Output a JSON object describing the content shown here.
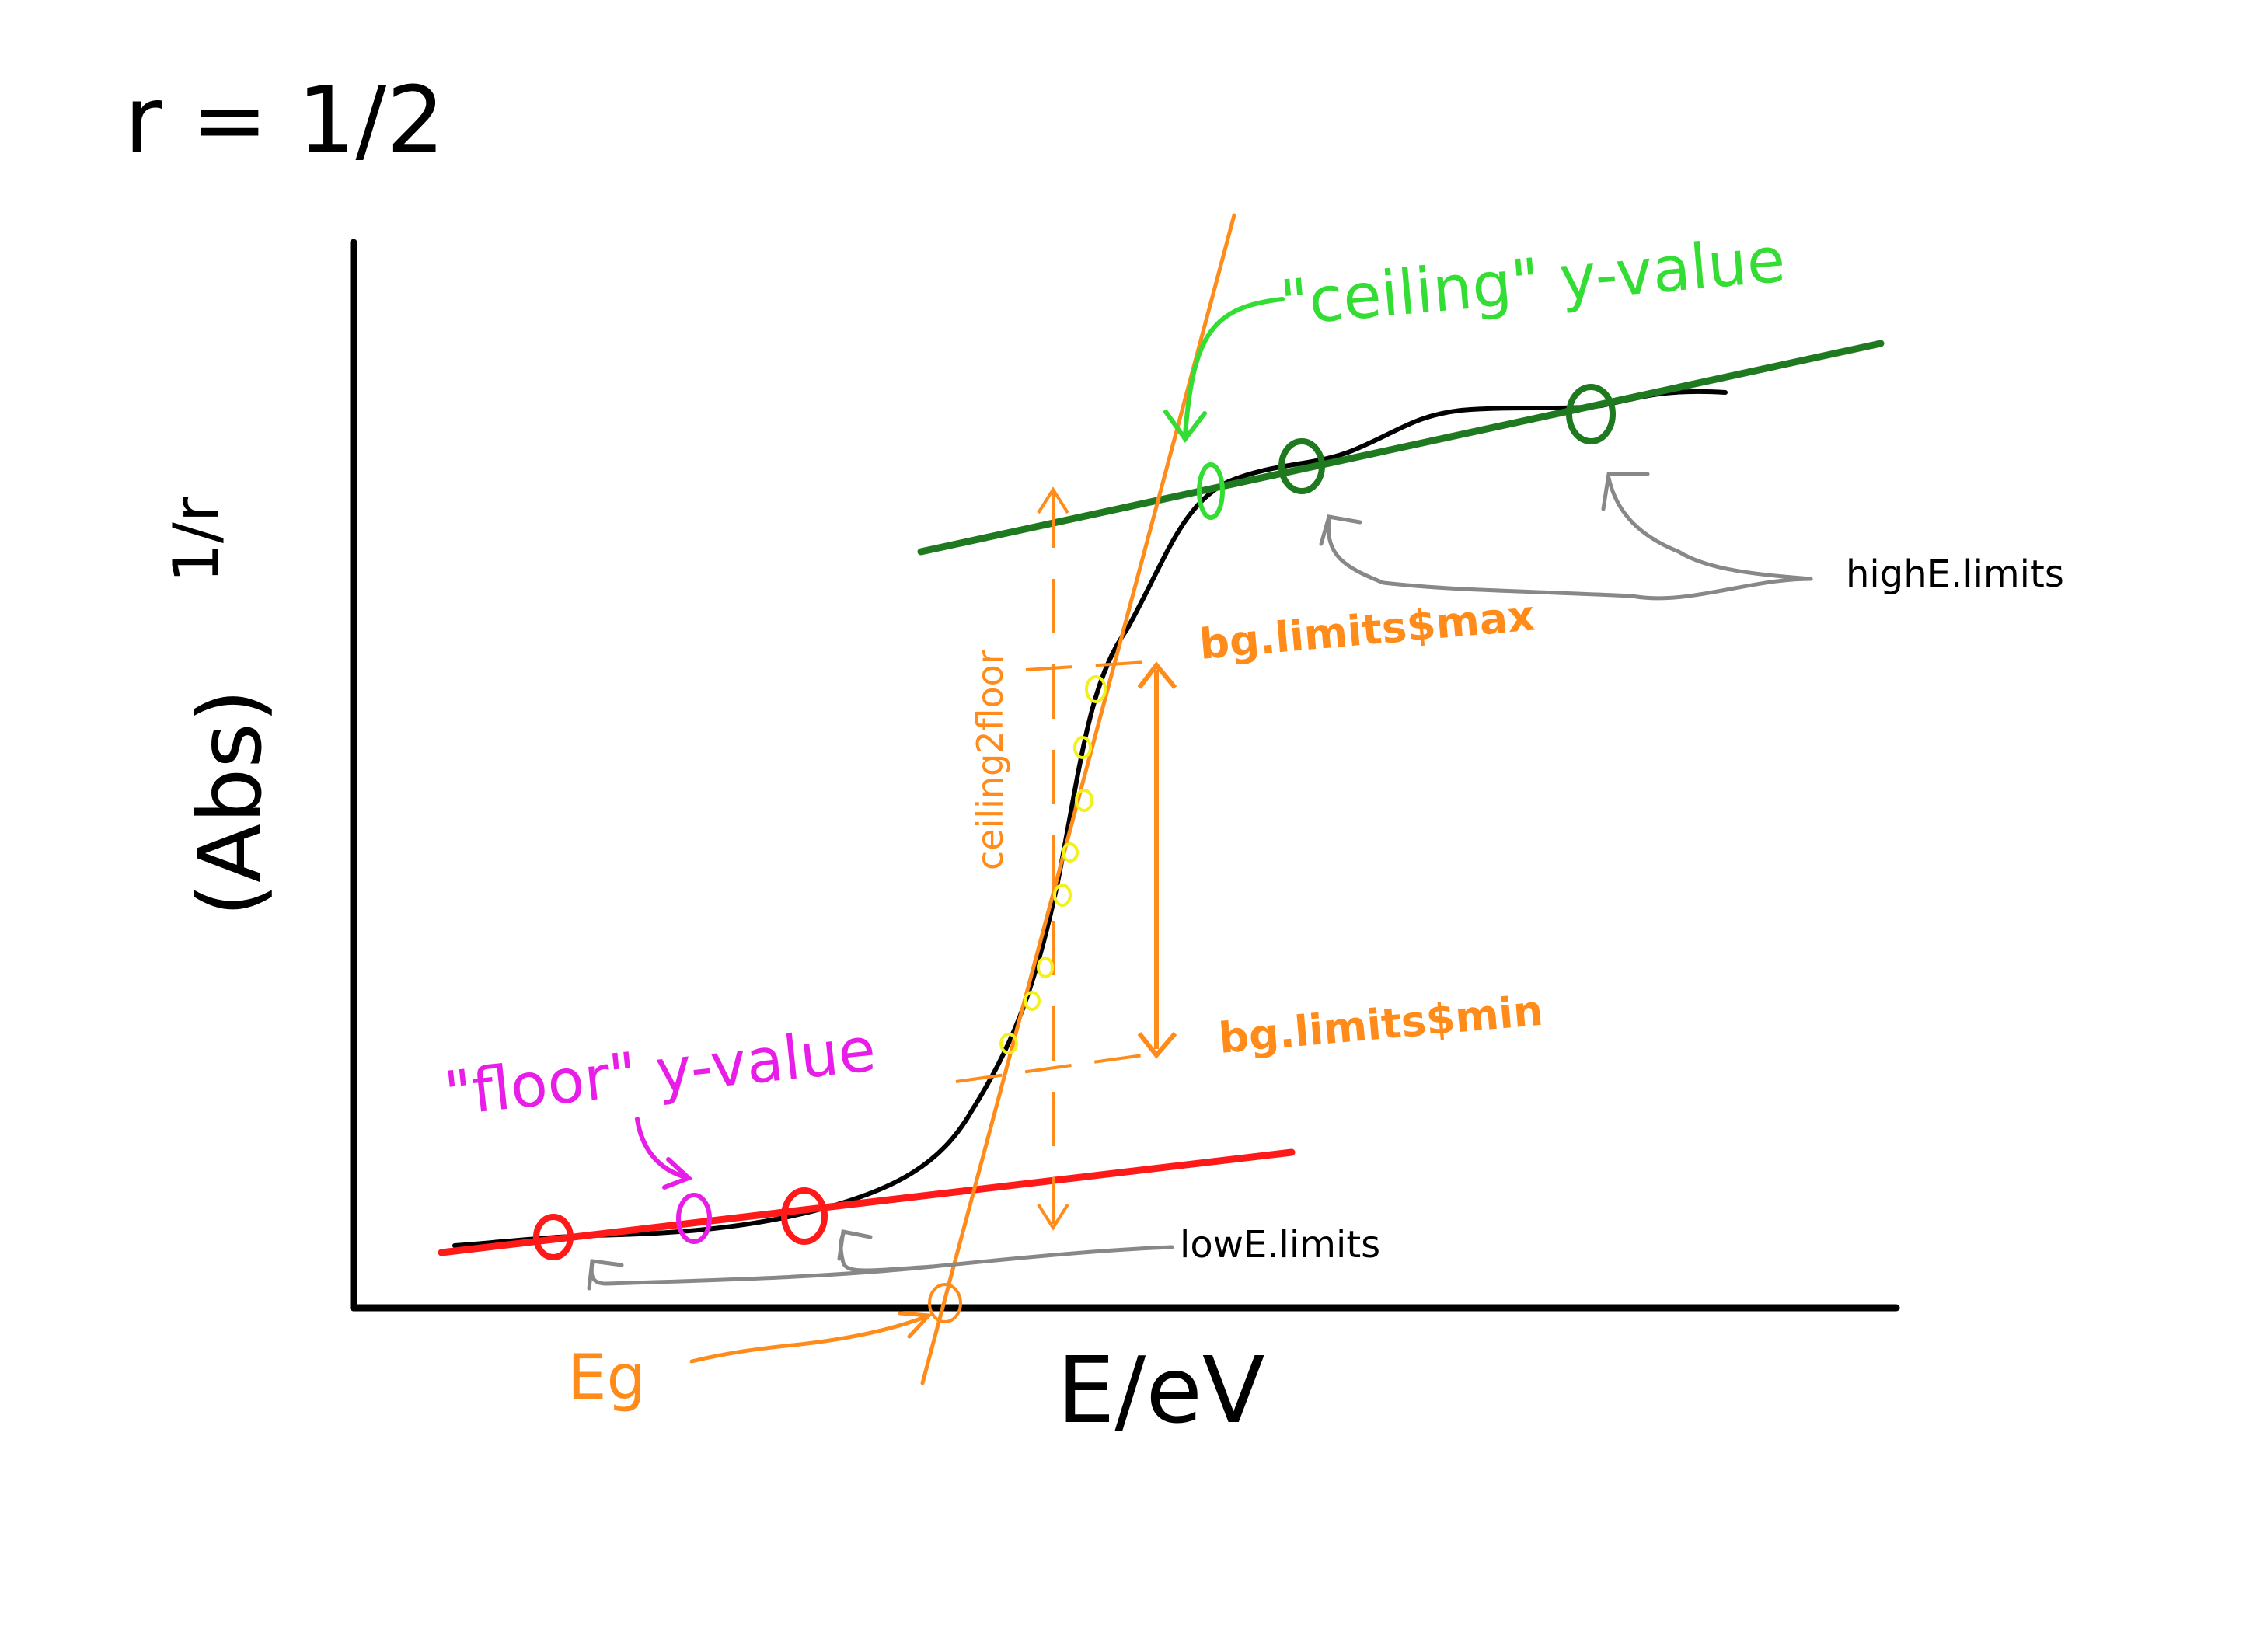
{
  "header": {
    "r_equation": "r = 1/2"
  },
  "axes": {
    "y_label": "(Abs)",
    "y_exponent": "1/r",
    "x_label": "E/eV"
  },
  "annotations": {
    "ceiling_label": "\"ceiling\" y-value",
    "floor_label": "\"floor\" y-value",
    "highE_limits": "highE.limits",
    "lowE_limits": "lowE.limits",
    "bg_max": "bg.limits$max",
    "bg_min": "bg.limits$min",
    "ceiling2floor": "ceiling2floor",
    "eg": "Eg"
  },
  "colors": {
    "axis": "#000000",
    "curve": "#000000",
    "ceiling_fit": "#1f7a1f",
    "floor_fit": "#ff1a1a",
    "tangent": "#ff8c1a",
    "ceiling_label": "#33dd33",
    "floor_label": "#e81ee8",
    "arrows": "#888888",
    "fit_points": "#f2f21a"
  },
  "icons": {
    "markers": "circle-marker",
    "arrows": "curved-arrow"
  }
}
